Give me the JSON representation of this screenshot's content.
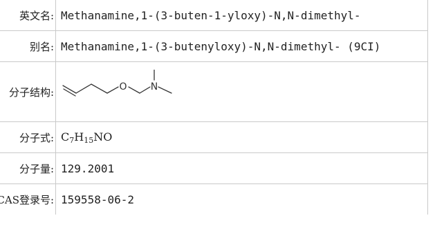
{
  "rows": {
    "english_name": {
      "label": "英文名:",
      "value": "Methanamine,1-(3-buten-1-yloxy)-N,N-dimethyl-"
    },
    "synonym": {
      "label": "别名:",
      "value": "Methanamine,1-(3-butenyloxy)-N,N-dimethyl- (9CI)"
    },
    "structure": {
      "label": "分子结构:",
      "atoms": {
        "oxygen": "O",
        "nitrogen": "N"
      }
    },
    "formula": {
      "label": "分子式:",
      "parts": [
        "C",
        "7",
        "H",
        "15",
        "NO"
      ]
    },
    "weight": {
      "label": "分子量:",
      "value": "129.2001"
    },
    "cas": {
      "label": "CAS登录号:",
      "value": "159558-06-2"
    }
  }
}
